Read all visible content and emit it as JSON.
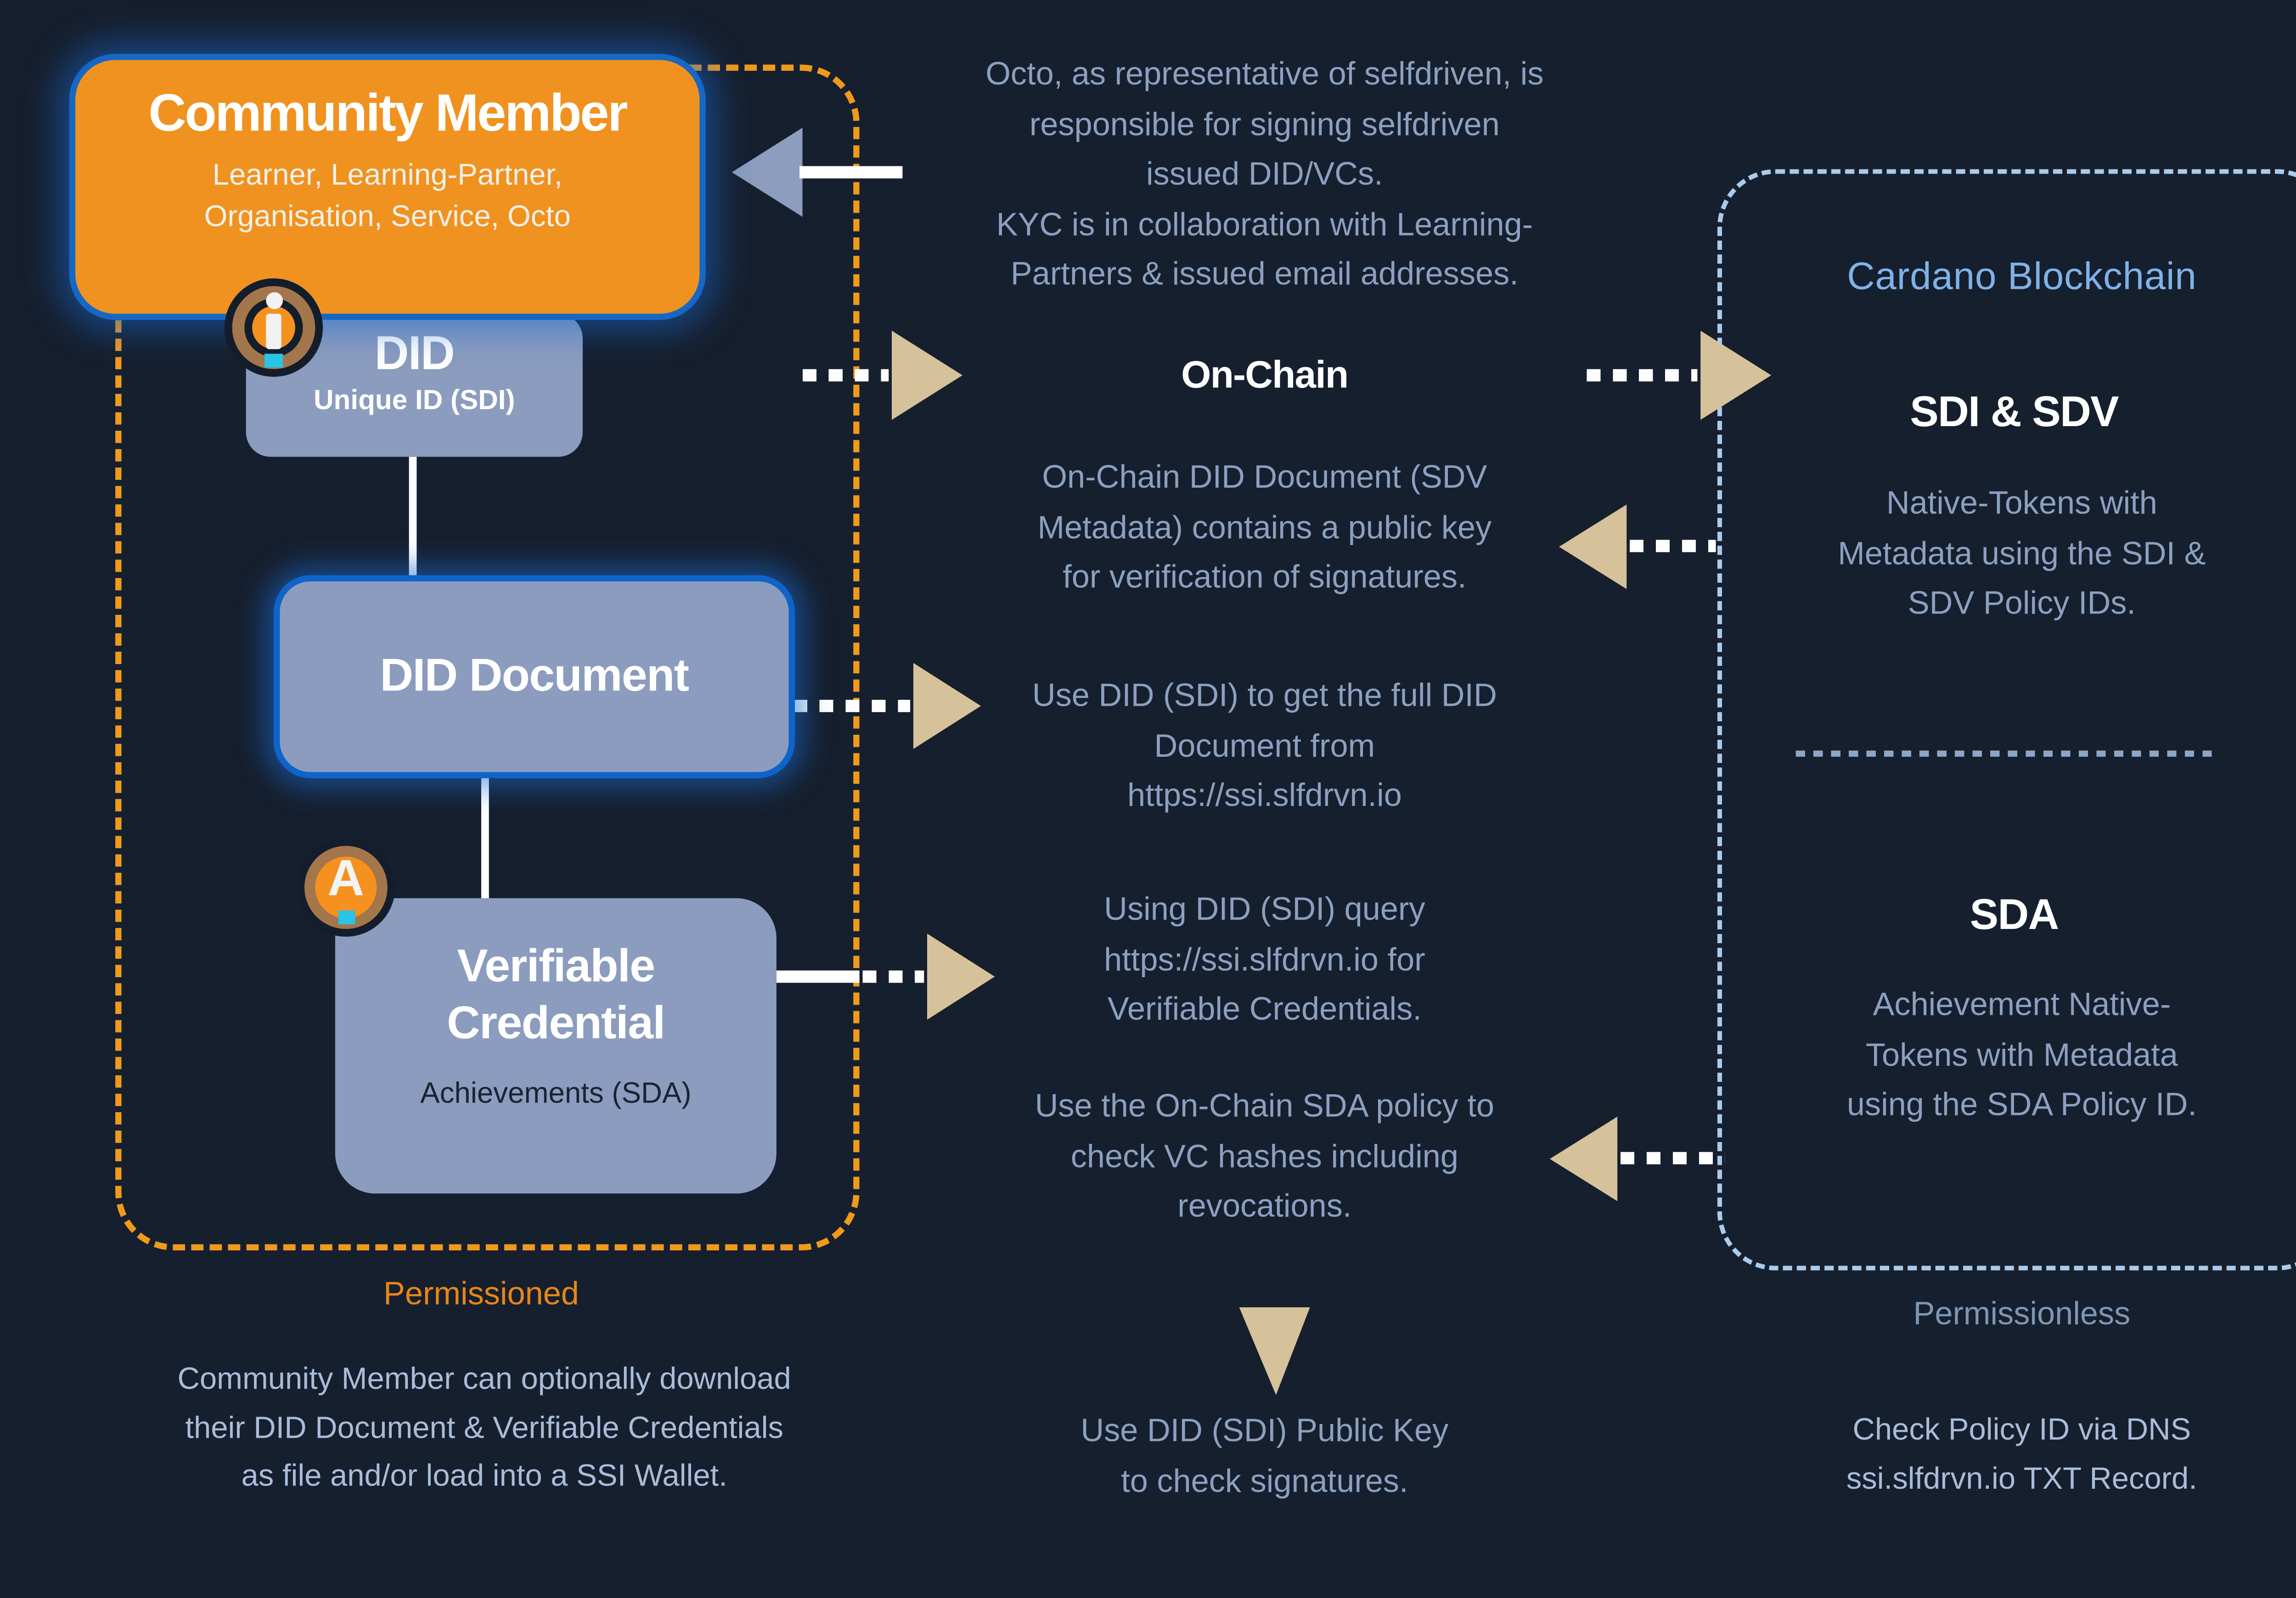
{
  "colors": {
    "background": "#161F2E",
    "community_box": "#F0921F",
    "node_box": "#8B9CBE",
    "glow_border": "#1668C4",
    "tan_arrow": "#D6C29A",
    "orange_dash": "#F09A1C",
    "blue_dash": "#A9CBEE",
    "body_text": "#8CA0C0",
    "light_text": "#A9BCD9",
    "cardano_title": "#7FB2E8",
    "permissioned_label": "#E78617",
    "permissionless_label": "#7E96B4",
    "badge_ring": "#A3764B",
    "badge_core": "#F5911E",
    "badge_foot": "#29C4E8"
  },
  "left": {
    "community": {
      "title": "Community Member",
      "subtitle": "Learner, Learning-Partner,\nOrganisation, Service, Octo"
    },
    "did": {
      "title": "DID",
      "subtitle": "Unique ID (SDI)"
    },
    "did_document": {
      "title": "DID Document"
    },
    "verifiable_credential": {
      "title": "Verifiable\nCredential",
      "subtitle": "Achievements (SDA)"
    },
    "zone_label": "Permissioned",
    "download_note": "Community Member can optionally download\ntheir DID Document & Verifiable Credentials\nas file and/or load into a SSI Wallet."
  },
  "center": {
    "octo_note": "Octo, as representative of selfdriven, is\nresponsible for signing selfdriven\nissued DID/VCs.\nKYC is in collaboration with Learning-\nPartners & issued email addresses.",
    "on_chain_label": "On-Chain",
    "sdv_note": "On-Chain DID Document (SDV\nMetadata) contains a public key\nfor verification of signatures.",
    "did_doc_note": "Use DID (SDI) to get the full DID\nDocument from\nhttps://ssi.slfdrvn.io",
    "vc_note": "Using DID (SDI) query\nhttps://ssi.slfdrvn.io for\nVerifiable Credentials.",
    "sda_note": "Use the On-Chain SDA policy to\ncheck VC hashes including\nrevocations.",
    "public_key_note": "Use DID (SDI) Public Key\nto check signatures."
  },
  "right": {
    "title": "Cardano Blockchain",
    "sdi_sdv": {
      "heading": "SDI & SDV",
      "body": "Native-Tokens with\nMetadata using the SDI &\nSDV Policy IDs."
    },
    "sda": {
      "heading": "SDA",
      "body": "Achievement Native-\nTokens with Metadata\nusing the SDA Policy ID."
    },
    "zone_label": "Permissionless",
    "dns_note": "Check Policy ID via DNS\nssi.slfdrvn.io TXT Record."
  },
  "icons": {
    "achievement_glyph": "A"
  }
}
